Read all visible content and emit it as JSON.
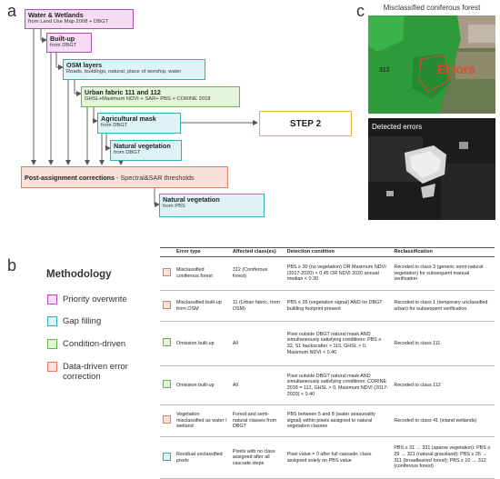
{
  "panels": {
    "a": "a",
    "b": "b",
    "c": "c"
  },
  "flow": {
    "water": {
      "title": "Water & Wetlands",
      "sub": "from Land Use Map 2008 + DBGT"
    },
    "builtup": {
      "title": "Built-up",
      "sub": "from DBGT"
    },
    "osm": {
      "title": "OSM layers",
      "sub": "Roads, buildings, natural, place of worship, water"
    },
    "urban": {
      "title": "Urban fabric 111 and 112",
      "sub": "GHSL+Maximum NDVI + SAR+ PBS + CORINE 2018"
    },
    "agri": {
      "title": "Agricultural mask",
      "sub": "from DBGT"
    },
    "natveg": {
      "title": "Natural vegetation",
      "sub": "from DBGT"
    },
    "post": {
      "title": "Post-assignment corrections",
      "sub": " - Spectral&SAR thresholds"
    },
    "natveg_pbs": {
      "title": "Natural vegetation",
      "sub": "from PBS"
    },
    "step2": "STEP 2"
  },
  "images": {
    "top_title": "Misclassified coniferous forest",
    "label_312": "312",
    "errors_label": "Errors",
    "bottom_title": "Detected errors"
  },
  "legend": {
    "title": "Methodology",
    "items": [
      {
        "label": "Priority overwrite",
        "color": "pink"
      },
      {
        "label": "Gap filling",
        "color": "teal"
      },
      {
        "label": "Condition-driven",
        "color": "green"
      },
      {
        "label": "Data-driven error correction",
        "color": "salmon"
      }
    ]
  },
  "table": {
    "headers": [
      "Error type",
      "Affected class(es)",
      "Detection condition",
      "Reclassification"
    ],
    "rows": [
      {
        "color": "salmon",
        "error": "Misclassified coniferous forest",
        "affected": "312 (Coniferous forest)",
        "condition": "PBS ≥ 30 (no vegetation) OR Maximum NDVI (2017-2020) < 0.45 OR NDVI 2020 annual median < 0.30",
        "reclass": "Recoded to class 3 (generic semi-natural vegetation) for subsequent manual verification"
      },
      {
        "color": "salmon",
        "error": "Misclassified built-up from OSM",
        "affected": "11 (Urban fabric, from OSM)",
        "condition": "PBS ≤ 26 (vegetation signal) AND no DBGT building footprint present",
        "reclass": "Recoded to class 1 (temporary unclassified urban) for subsequent verification"
      },
      {
        "color": "green",
        "error": "Omission built-up",
        "affected": "All",
        "condition": "Pixel outside DBGT natural mask AND simultaneously satisfying conditions: PBS ≥ 32, S1 backscatter > 115, GHSL > 0, Maximum NDVI < 0.40",
        "reclass": "Recoded to class 111"
      },
      {
        "color": "green",
        "error": "Omission built-up",
        "affected": "All",
        "condition": "Pixel outside DBGT natural mask AND simultaneously satisfying conditions: CORINE 2018 = 112, GHSL > 0, Maximum NDVI (2017-2020) < 0.40",
        "reclass": "Recoded to class 112"
      },
      {
        "color": "salmon",
        "error": "Vegetation misclassified as water / wetland",
        "affected": "Forest and semi-natural classes from DBGT",
        "condition": "PBS between 5 and 8 (water seasonality signal) within pixels assigned to natural vegetation classes",
        "reclass": "Recoded to class 41 (inland wetlands)"
      },
      {
        "color": "teal",
        "error": "Residual unclassified pixels",
        "affected": "Pixels with no class assigned after all cascade steps",
        "condition": "Pixel value = 0 after full cascade; class assigned solely on PBS value",
        "reclass": "PBS ≥ 31 → 331 (sparse vegetation); PBS ≥ 29 → 321 (natural grassland); PBS ≥ 26 → 311 (broadleaved forest); PBS ≥ 10 → 312 (coniferous forest)"
      }
    ]
  },
  "colors": {
    "pink": "#b44ab4",
    "teal": "#3aaab8",
    "green": "#6ab34a",
    "salmon": "#e07b66",
    "step2": "#e6b33a"
  }
}
